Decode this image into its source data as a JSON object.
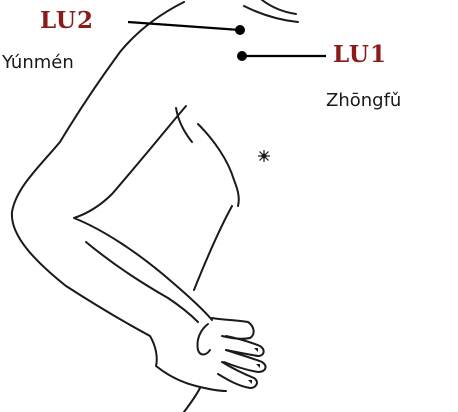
{
  "points": [
    {
      "code": "LU2",
      "name": "Yúnmén"
    },
    {
      "code": "LU1",
      "name": "Zhōngfǔ"
    }
  ],
  "colors": {
    "code_label": "#8b1a1a",
    "outline": "#1a1a1a",
    "marker": "#000000"
  },
  "icons": {
    "nipple": "sun-burst-icon"
  }
}
